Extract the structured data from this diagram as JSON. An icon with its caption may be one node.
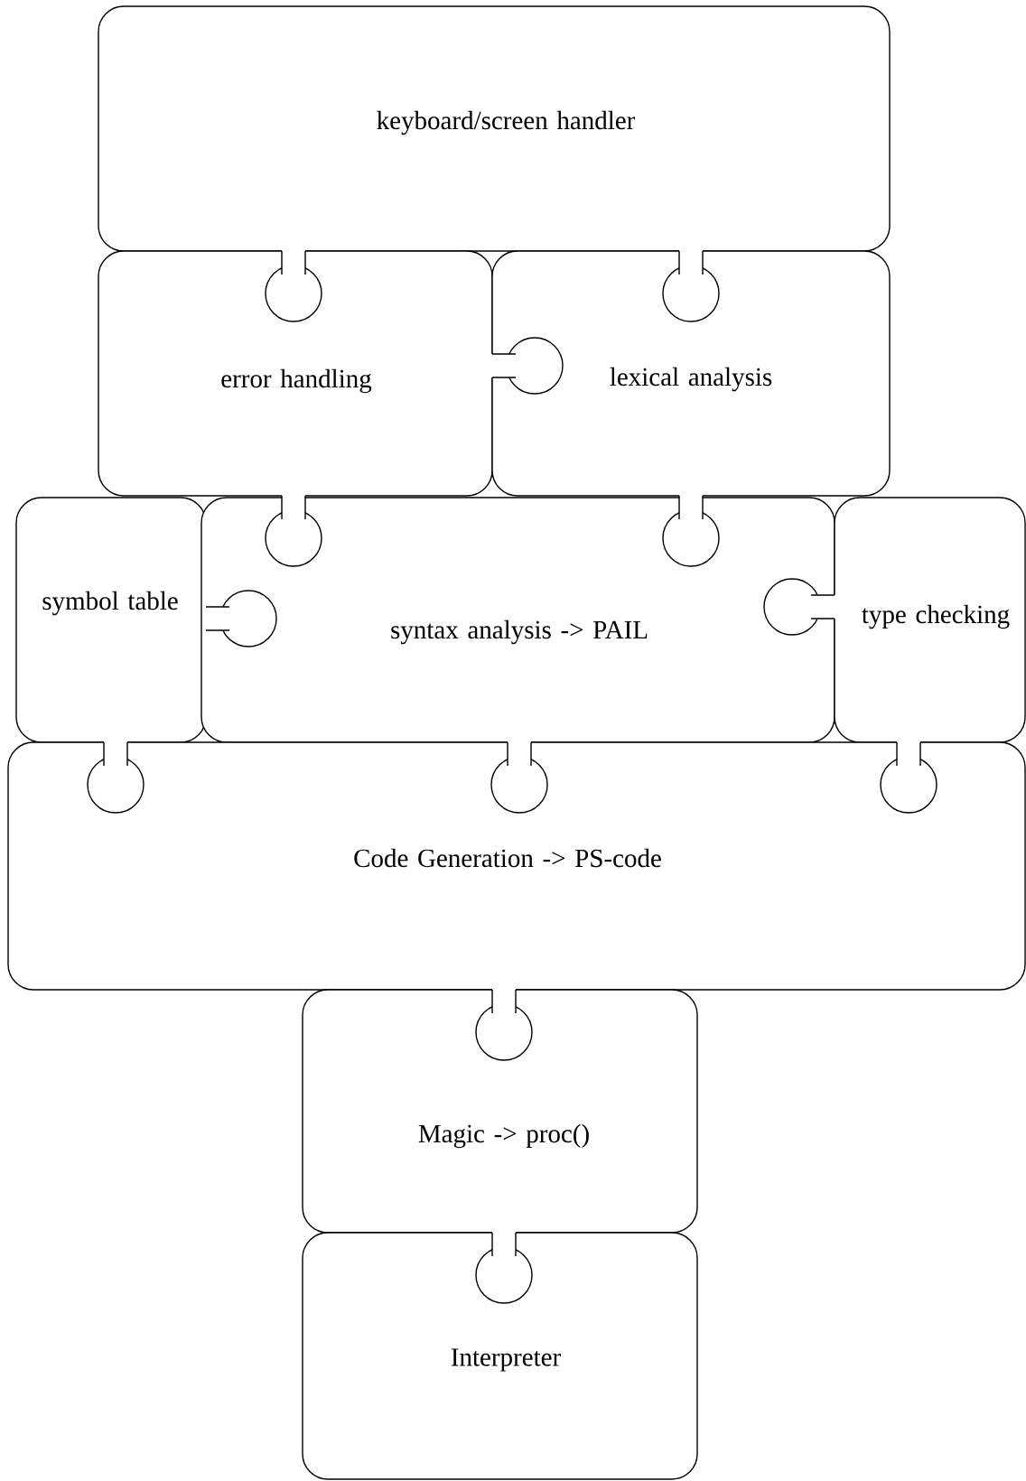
{
  "diagram": {
    "nodes": [
      {
        "text": [
          "keyboard/screen handler"
        ]
      },
      {
        "text": [
          "error handling"
        ]
      },
      {
        "text": [
          "lexical analysis"
        ]
      },
      {
        "text": [
          "symbol table"
        ]
      },
      {
        "text": [
          "syntax analysis -> PAIL"
        ]
      },
      {
        "text": [
          "type checking"
        ]
      },
      {
        "text": [
          "Code Generation -> PS-code"
        ]
      },
      {
        "text": [
          "Magic -> proc()"
        ]
      },
      {
        "text": [
          "Interpreter"
        ]
      }
    ]
  }
}
